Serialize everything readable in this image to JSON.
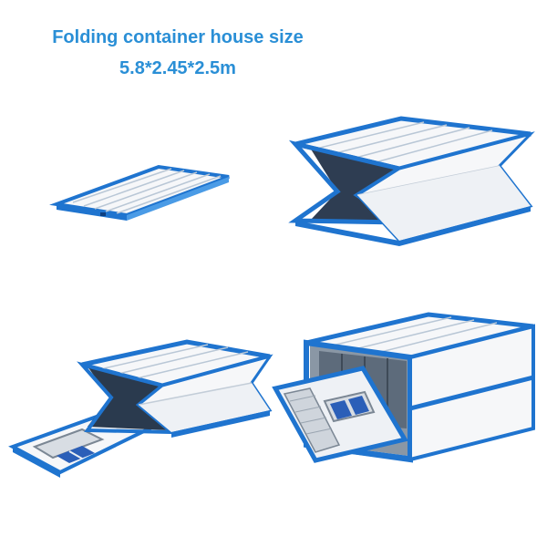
{
  "heading": {
    "title": "Folding container house size",
    "size": "5.8*2.45*2.5m"
  },
  "colors": {
    "frame_blue": "#1f74cf",
    "frame_light": "#4a9be6",
    "panel": "#f6f7f9",
    "panel_shade": "#e3e8ee",
    "roof_line": "#b9c7d6",
    "interior_dark": "#2a3a4e",
    "glass": "#2b5fb8",
    "title": "#2a8fd6"
  },
  "figures": [
    {
      "stage": "folded-flat"
    },
    {
      "stage": "partially-unfolded"
    },
    {
      "stage": "unfolding-floor-down"
    },
    {
      "stage": "fully-unfolded"
    }
  ]
}
